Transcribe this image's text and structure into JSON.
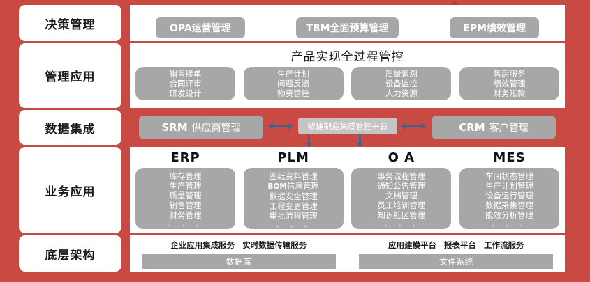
{
  "theme": {
    "background": "#c94a43",
    "panel": "#ffffff",
    "chip": "#a7a7a7",
    "chip_light": "#c4c4c4",
    "arrow": "#3b6395",
    "text_dark": "#1a1a1a",
    "text_light": "#ffffff"
  },
  "layers": {
    "decision": {
      "label": "决策管理",
      "chips": [
        "OPA运营管理",
        "TBM全面预算管理",
        "EPM绩效管理"
      ]
    },
    "management": {
      "label": "管理应用",
      "title": "产品实现全过程管控",
      "groups": [
        {
          "items": [
            "销售接单",
            "合同评审",
            "研发设计"
          ]
        },
        {
          "items": [
            "生产计划",
            "问题反馈",
            "物资管控"
          ]
        },
        {
          "items": [
            "质量追溯",
            "设备监控",
            "人力资源"
          ]
        },
        {
          "items": [
            "售后服务",
            "绩效管理",
            "财务账款"
          ]
        }
      ]
    },
    "integration": {
      "label": "数据集成",
      "left": {
        "abbr": "SRM",
        "name": "供应商管理"
      },
      "center": "敏捷制造集成管控平台",
      "right": {
        "abbr": "CRM",
        "name": "客户管理"
      }
    },
    "business": {
      "label": "业务应用",
      "columns": [
        {
          "title": "ERP",
          "items": [
            "库存管理",
            "生产管理",
            "质量管理",
            "销售管理",
            "财务管理"
          ],
          "more": "• • •"
        },
        {
          "title": "PLM",
          "items": [
            "图纸资料管理",
            "BOM信息管理",
            "数据安全管理",
            "工程变更管理",
            "审批流程管理"
          ],
          "more": "• • •"
        },
        {
          "title": "O A",
          "items": [
            "事务流程管理",
            "通知公告管理",
            "文档管理",
            "员工培训管理",
            "知识社区管理"
          ],
          "more": "• • •"
        },
        {
          "title": "MES",
          "items": [
            "车间状态管理",
            "生产计划管理",
            "设备运行管理",
            "数据采集管理",
            "能效分析管理"
          ],
          "more": "• • •"
        }
      ]
    },
    "foundation": {
      "label": "底层架构",
      "left": {
        "services": [
          "企业应用集成服务",
          "实时数据传输服务"
        ],
        "bar": "数据库"
      },
      "right": {
        "services": [
          "应用建模平台",
          "报表平台",
          "工作流服务"
        ],
        "bar": "文件系统"
      }
    }
  }
}
